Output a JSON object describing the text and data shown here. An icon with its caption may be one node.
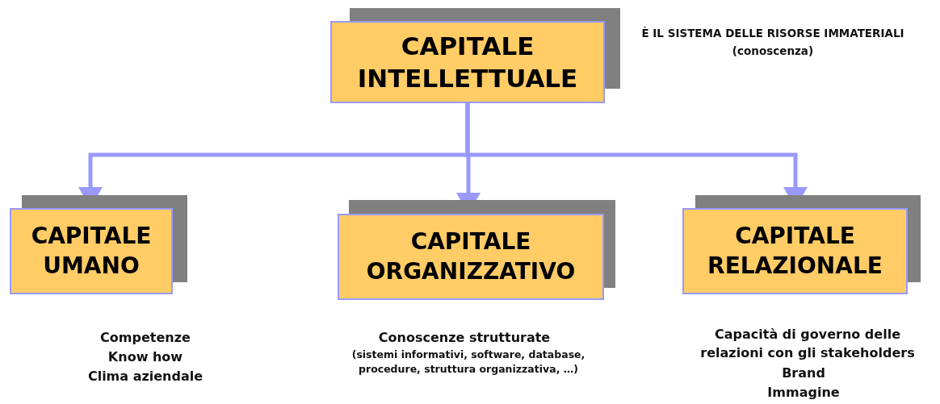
{
  "diagram": {
    "nodes": [
      {
        "text": [
          "CAPITALE INTELLETTUALE"
        ],
        "beside": [
          "È IL SISTEMA DELLE RISORSE IMMATERIALI",
          "(conoscenza)"
        ]
      },
      {
        "text": [
          "CAPITALE UMANO"
        ],
        "beside": [
          "Competenze",
          "Know how",
          "Clima aziendale"
        ]
      },
      {
        "text": [
          "CAPITALE ORGANIZZATIVO"
        ],
        "beside": [
          "Conoscenze strutturate",
          "(sistemi informativi, software, database, procedure, struttura organizzativa, …)"
        ]
      },
      {
        "text": [
          "CAPITALE RELAZIONALE"
        ],
        "beside": [
          "Capacità di governo delle relazioni con gli stakeholders",
          "Brand",
          "Immagine"
        ]
      }
    ],
    "edges": [
      {
        "from": 0,
        "to": 1,
        "arrow": "to"
      },
      {
        "from": 0,
        "to": 2,
        "arrow": "to"
      },
      {
        "from": 0,
        "to": 3,
        "arrow": "to"
      }
    ]
  }
}
